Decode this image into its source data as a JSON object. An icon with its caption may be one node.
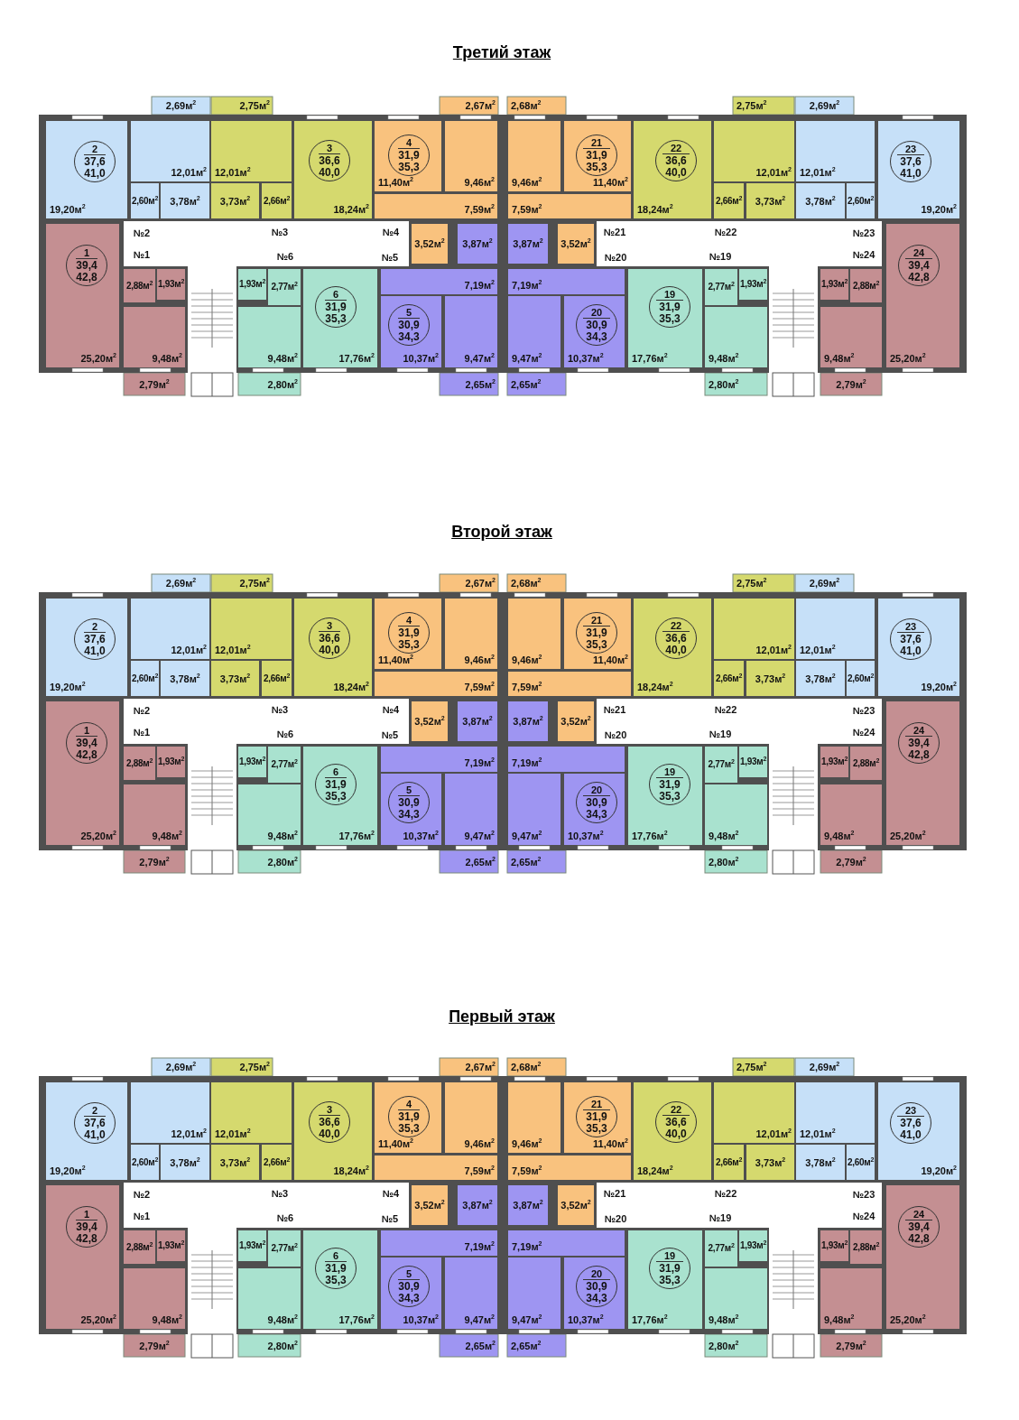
{
  "diagram": {
    "nodes": [
      {
        "text": [
          "2",
          "37,6",
          "41,0"
        ]
      },
      {
        "text": [
          "3",
          "36,6",
          "40,0"
        ]
      },
      {
        "text": [
          "4",
          "31,9",
          "35,3"
        ]
      },
      {
        "text": [
          "21",
          "31,9",
          "35,3"
        ]
      },
      {
        "text": [
          "22",
          "36,6",
          "40,0"
        ]
      },
      {
        "text": [
          "23",
          "37,6",
          "41,0"
        ]
      },
      {
        "text": [
          "1",
          "39,4",
          "42,8"
        ]
      },
      {
        "text": [
          "6",
          "31,9",
          "35,3"
        ]
      },
      {
        "text": [
          "5",
          "30,9",
          "34,3"
        ]
      },
      {
        "text": [
          "20",
          "30,9",
          "34,3"
        ]
      },
      {
        "text": [
          "19",
          "31,9",
          "35,3"
        ]
      },
      {
        "text": [
          "24",
          "39,4",
          "42,8"
        ]
      },
      {
        "text": [
          "2",
          "37,6",
          "41,0"
        ]
      },
      {
        "text": [
          "3",
          "36,6",
          "40,0"
        ]
      },
      {
        "text": [
          "4",
          "31,9",
          "35,3"
        ]
      },
      {
        "text": [
          "21",
          "31,9",
          "35,3"
        ]
      },
      {
        "text": [
          "22",
          "36,6",
          "40,0"
        ]
      },
      {
        "text": [
          "23",
          "37,6",
          "41,0"
        ]
      },
      {
        "text": [
          "1",
          "39,4",
          "42,8"
        ]
      },
      {
        "text": [
          "6",
          "31,9",
          "35,3"
        ]
      },
      {
        "text": [
          "5",
          "30,9",
          "34,3"
        ]
      },
      {
        "text": [
          "20",
          "30,9",
          "34,3"
        ]
      },
      {
        "text": [
          "19",
          "31,9",
          "35,3"
        ]
      },
      {
        "text": [
          "24",
          "39,4",
          "42,8"
        ]
      },
      {
        "text": [
          "2",
          "37,6",
          "41,0"
        ]
      },
      {
        "text": [
          "3",
          "36,6",
          "40,0"
        ]
      },
      {
        "text": [
          "4",
          "31,9",
          "35,3"
        ]
      },
      {
        "text": [
          "21",
          "31,9",
          "35,3"
        ]
      },
      {
        "text": [
          "22",
          "36,6",
          "40,0"
        ]
      },
      {
        "text": [
          "23",
          "37,6",
          "41,0"
        ]
      },
      {
        "text": [
          "1",
          "39,4",
          "42,8"
        ]
      },
      {
        "text": [
          "6",
          "31,9",
          "35,3"
        ]
      },
      {
        "text": [
          "5",
          "30,9",
          "34,3"
        ]
      },
      {
        "text": [
          "20",
          "30,9",
          "34,3"
        ]
      },
      {
        "text": [
          "19",
          "31,9",
          "35,3"
        ]
      },
      {
        "text": [
          "24",
          "39,4",
          "42,8"
        ]
      }
    ],
    "labels": [
      "Третий этаж",
      "19,20м$^{2}$",
      "12,01м$^{2}$",
      "2,60м$^{2}$",
      "3,78м$^{2}$",
      "2,69м$^{2}$",
      "2,75м$^{2}$",
      "12,01м$^{2}$",
      "3,73м$^{2}$",
      "2,66м$^{2}$",
      "18,24м$^{2}$",
      "11,40м$^{2}$",
      "9,46м$^{2}$",
      "7,59м$^{2}$",
      "3,52м$^{2}$",
      "2,67м$^{2}$",
      "3,87м$^{2}$",
      "7,19м$^{2}$",
      "10,37м$^{2}$",
      "9,47м$^{2}$",
      "2,65м$^{2}$",
      "17,76м$^{2}$",
      "9,48м$^{2}$",
      "2,77м$^{2}$",
      "1,93м$^{2}$",
      "2,80м$^{2}$",
      "25,20м$^{2}$",
      "2,88м$^{2}$",
      "1,93м$^{2}$",
      "9,48м$^{2}$",
      "2,79м$^{2}$",
      "19,20м$^{2}$",
      "12,01м$^{2}$",
      "2,60м$^{2}$",
      "3,78м$^{2}$",
      "2,69м$^{2}$",
      "2,75м$^{2}$",
      "12,01м$^{2}$",
      "3,73м$^{2}$",
      "2,66м$^{2}$",
      "18,24м$^{2}$",
      "11,40м$^{2}$",
      "9,46м$^{2}$",
      "7,59м$^{2}$",
      "3,52м$^{2}$",
      "2,68м$^{2}$",
      "3,87м$^{2}$",
      "7,19м$^{2}$",
      "10,37м$^{2}$",
      "9,47м$^{2}$",
      "2,65м$^{2}$",
      "17,76м$^{2}$",
      "9,48м$^{2}$",
      "2,77м$^{2}$",
      "1,93м$^{2}$",
      "2,80м$^{2}$",
      "25,20м$^{2}$",
      "2,88м$^{2}$",
      "1,93м$^{2}$",
      "9,48м$^{2}$",
      "2,79м$^{2}$",
      "№2",
      "№3",
      "№4",
      "№21",
      "№22",
      "№23",
      "№1",
      "№6",
      "№5",
      "№20",
      "№19",
      "№24",
      "Второй этаж",
      "19,20м$^{2}$",
      "12,01м$^{2}$",
      "2,60м$^{2}$",
      "3,78м$^{2}$",
      "2,69м$^{2}$",
      "2,75м$^{2}$",
      "12,01м$^{2}$",
      "3,73м$^{2}$",
      "2,66м$^{2}$",
      "18,24м$^{2}$",
      "11,40м$^{2}$",
      "9,46м$^{2}$",
      "7,59м$^{2}$",
      "3,52м$^{2}$",
      "2,67м$^{2}$",
      "3,87м$^{2}$",
      "7,19м$^{2}$",
      "10,37м$^{2}$",
      "9,47м$^{2}$",
      "2,65м$^{2}$",
      "17,76м$^{2}$",
      "9,48м$^{2}$",
      "2,77м$^{2}$",
      "1,93м$^{2}$",
      "2,80м$^{2}$",
      "25,20м$^{2}$",
      "2,88м$^{2}$",
      "1,93м$^{2}$",
      "9,48м$^{2}$",
      "2,79м$^{2}$",
      "19,20м$^{2}$",
      "12,01м$^{2}$",
      "2,60м$^{2}$",
      "3,78м$^{2}$",
      "2,69м$^{2}$",
      "2,75м$^{2}$",
      "12,01м$^{2}$",
      "3,73м$^{2}$",
      "2,66м$^{2}$",
      "18,24м$^{2}$",
      "11,40м$^{2}$",
      "9,46м$^{2}$",
      "7,59м$^{2}$",
      "3,52м$^{2}$",
      "2,68м$^{2}$",
      "3,87м$^{2}$",
      "7,19м$^{2}$",
      "10,37м$^{2}$",
      "9,47м$^{2}$",
      "2,65м$^{2}$",
      "17,76м$^{2}$",
      "9,48м$^{2}$",
      "2,77м$^{2}$",
      "1,93м$^{2}$",
      "2,80м$^{2}$",
      "25,20м$^{2}$",
      "2,88м$^{2}$",
      "1,93м$^{2}$",
      "9,48м$^{2}$",
      "2,79м$^{2}$",
      "№2",
      "№3",
      "№4",
      "№21",
      "№22",
      "№23",
      "№1",
      "№6",
      "№5",
      "№20",
      "№19",
      "№24",
      "Первый этаж",
      "19,20м$^{2}$",
      "12,01м$^{2}$",
      "2,60м$^{2}$",
      "3,78м$^{2}$",
      "2,69м$^{2}$",
      "2,75м$^{2}$",
      "12,01м$^{2}$",
      "3,73м$^{2}$",
      "2,66м$^{2}$",
      "18,24м$^{2}$",
      "11,40м$^{2}$",
      "9,46м$^{2}$",
      "7,59м$^{2}$",
      "3,52м$^{2}$",
      "2,67м$^{2}$",
      "3,87м$^{2}$",
      "7,19м$^{2}$",
      "10,37м$^{2}$",
      "9,47м$^{2}$",
      "2,65м$^{2}$",
      "17,76м$^{2}$",
      "9,48м$^{2}$",
      "2,77м$^{2}$",
      "1,93м$^{2}$",
      "2,80м$^{2}$",
      "25,20м$^{2}$",
      "2,88м$^{2}$",
      "1,93м$^{2}$",
      "9,48м$^{2}$",
      "2,79м$^{2}$",
      "19,20м$^{2}$",
      "12,01м$^{2}$",
      "2,60м$^{2}$",
      "3,78м$^{2}$",
      "2,69м$^{2}$",
      "2,75м$^{2}$",
      "12,01м$^{2}$",
      "3,73м$^{2}$",
      "2,66м$^{2}$",
      "18,24м$^{2}$",
      "11,40м$^{2}$",
      "9,46м$^{2}$",
      "7,59м$^{2}$",
      "3,52м$^{2}$",
      "2,68м$^{2}$",
      "3,87м$^{2}$",
      "7,19м$^{2}$",
      "10,37м$^{2}$",
      "9,47м$^{2}$",
      "2,65м$^{2}$",
      "17,76м$^{2}$",
      "9,48м$^{2}$",
      "2,77м$^{2}$",
      "1,93м$^{2}$",
      "2,80м$^{2}$",
      "25,20м$^{2}$",
      "2,88м$^{2}$",
      "1,93м$^{2}$",
      "9,48м$^{2}$",
      "2,79м$^{2}$",
      "№2",
      "№3",
      "№4",
      "№21",
      "№22",
      "№23",
      "№1",
      "№6",
      "№5",
      "№20",
      "№19",
      "№24"
    ]
  }
}
